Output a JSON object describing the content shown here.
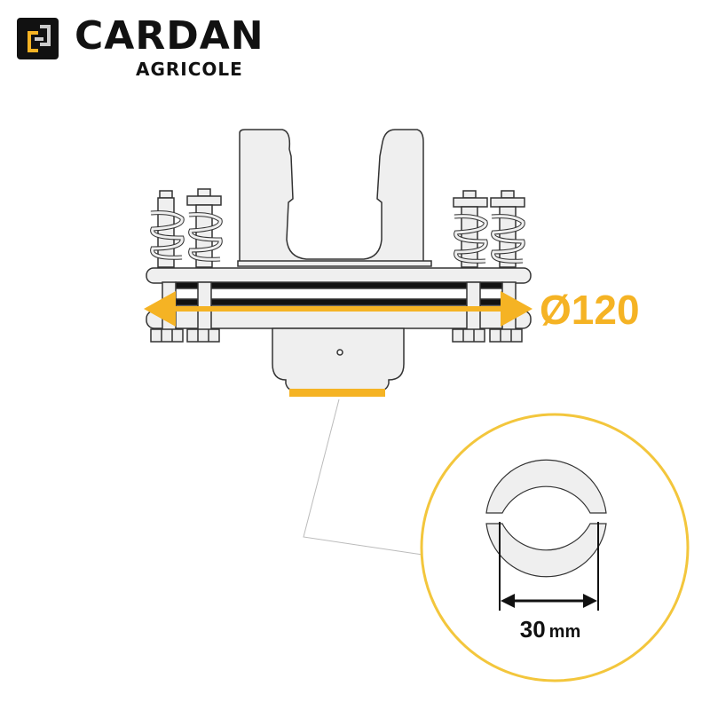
{
  "brand": {
    "name": "CARDAN",
    "subtitle": "AGRICOLE"
  },
  "diagram": {
    "outer_diameter_label": "Ø120",
    "bore_value": "30",
    "bore_unit": "mm"
  },
  "colors": {
    "accent": "#F5B324",
    "circle": "#F3C63C",
    "outline": "#333333",
    "part_fill": "#EFEFEF"
  }
}
